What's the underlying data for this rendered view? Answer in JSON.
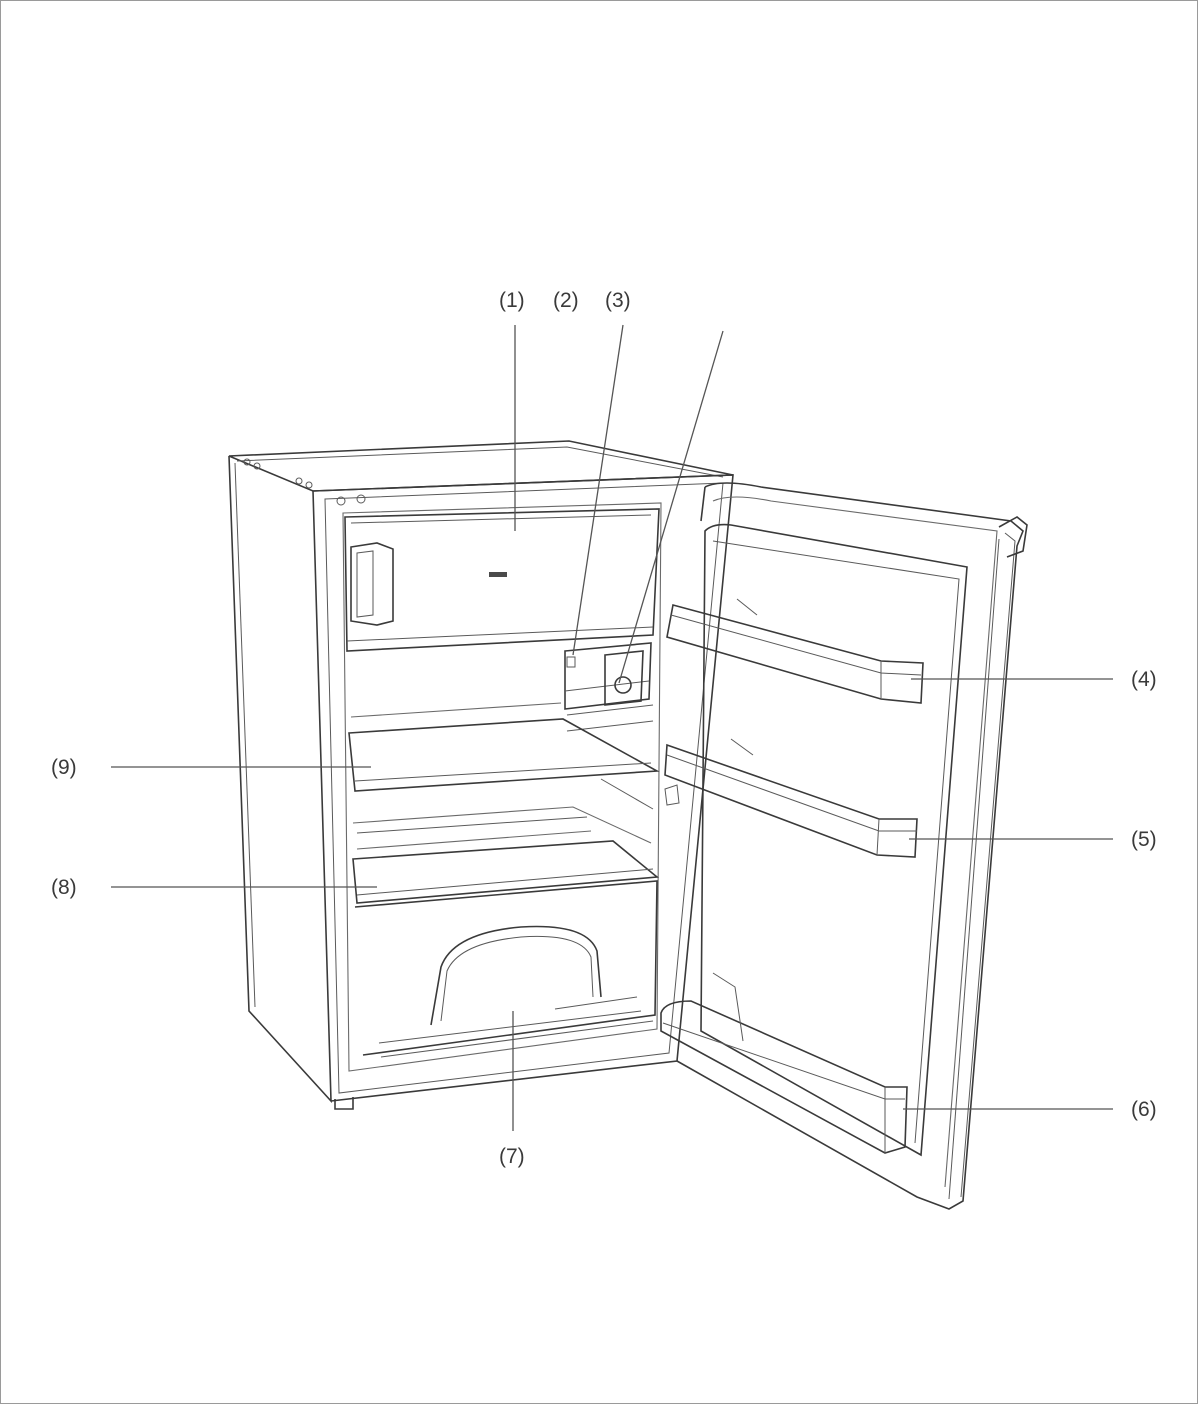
{
  "callouts": {
    "c1": "(1)",
    "c2": "(2)",
    "c3": "(3)",
    "c4": "(4)",
    "c5": "(5)",
    "c6": "(6)",
    "c7": "(7)",
    "c8": "(8)",
    "c9": "(9)"
  }
}
